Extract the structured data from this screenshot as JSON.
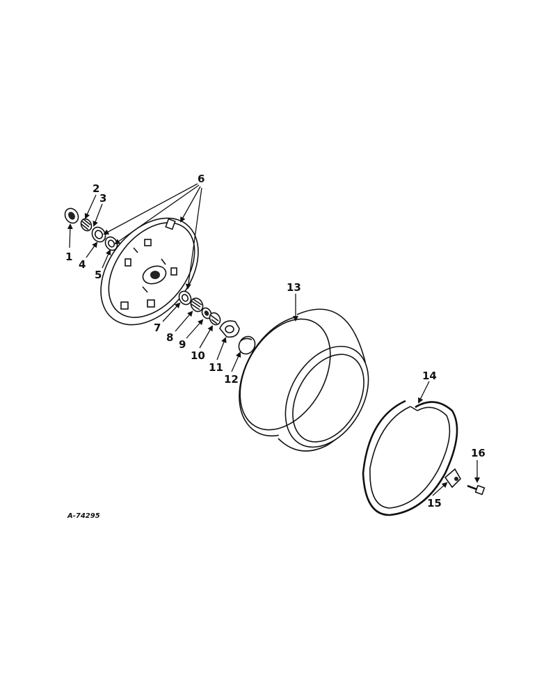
{
  "drawing_code": "A-74295",
  "callouts": [
    "1",
    "2",
    "3",
    "4",
    "5",
    "6",
    "7",
    "8",
    "9",
    "10",
    "11",
    "12",
    "13",
    "14",
    "15",
    "16"
  ]
}
